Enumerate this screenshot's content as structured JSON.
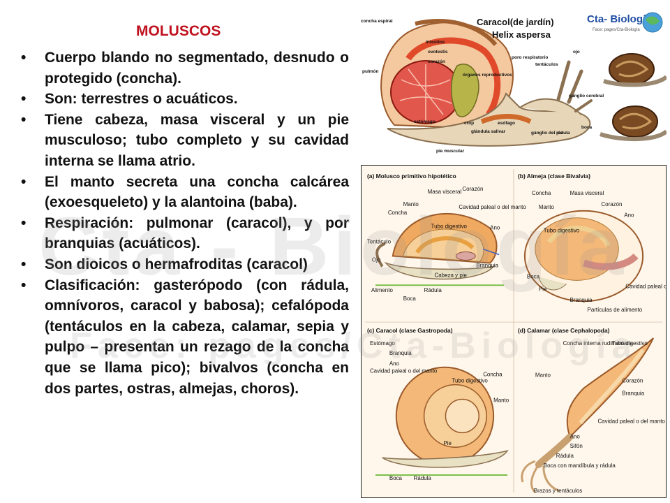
{
  "title": "MOLUSCOS",
  "bullets": [
    "Cuerpo blando no segmentado, desnudo o protegido (concha).",
    "Son: terrestres o acuáticos.",
    "Tiene cabeza, masa visceral y un pie musculoso; tubo completo y su cavidad interna se llama atrio.",
    "El manto secreta una concha calcárea (exoesqueleto) y la alantoina (baba).",
    "Respiración: pulmonar (caracol), y por branquias (acuáticos).",
    "Son dioicos o hermafroditas (caracol)",
    "Clasificación: gasterópodo (con rádula, omnívoros, caracol y babosa); cefalópoda (tentáculos en la cabeza, calamar, sepia y pulpo – presentan un rezago de la concha que se llama pico); bivalvos (concha en dos partes, ostras, almejas, choros)."
  ],
  "bullet_symbol": "•",
  "watermark": {
    "main": "Cta - Biología",
    "sub": "Face: pages/Cta-Biología"
  },
  "snail_figure": {
    "title_line1": "Caracol(de jardín)",
    "title_line2": "Helix aspersa",
    "logo_text": "Cta- Biología",
    "logo_sub": "Face: pages/Cta-Biología",
    "labels": {
      "concha_espiral": "concha espiral",
      "intestino": "intestino",
      "ovotestis": "ovotestis",
      "corazon": "corazón",
      "pulmon": "pulmón",
      "organos": "órganos reproductivos",
      "poro": "poro respiratorio",
      "tentaculos": "tentáculos",
      "ojo": "ojo",
      "ganglio_cerebral": "ganglio cerebral",
      "estomago": "estómago",
      "crop": "crop",
      "esofago": "esófago",
      "glandula": "glándula salivar",
      "ganglio_pie": "gánglio del pie",
      "radula": "rádula",
      "boca": "boca",
      "pie_muscular": "pie muscular"
    }
  },
  "mollusk_figure": {
    "panel_a": {
      "title": "(a) Molusco primitivo hipotético",
      "labels": {
        "masa": "Masa visceral",
        "corazon": "Corazón",
        "manto": "Manto",
        "concha": "Concha",
        "cavidad": "Cavidad paleal o del manto",
        "tubo": "Tubo digestivo",
        "ano": "Ano",
        "tentaculo": "Tentáculo",
        "ojo": "Ojo",
        "branquia": "Branquia",
        "cabeza": "Cabeza y pie",
        "alimento": "Alimento",
        "radula": "Rádula",
        "boca": "Boca"
      }
    },
    "panel_b": {
      "title": "(b) Almeja (clase Bivalvia)",
      "labels": {
        "concha": "Concha",
        "masa": "Masa visceral",
        "manto": "Manto",
        "corazon": "Corazón",
        "ano": "Ano",
        "tubo": "Tubo digestivo",
        "boca": "Boca",
        "pie": "Pie",
        "branquia": "Branquia",
        "cavidad": "Cavidad paleal o del manto",
        "particulas": "Partículas de alimento"
      }
    },
    "panel_c": {
      "title": "(c) Caracol (clase Gastropoda)",
      "labels": {
        "estomago": "Estómago",
        "branquia": "Branquia",
        "ano": "Ano",
        "cavidad": "Cavidad paleal o del manto",
        "tubo": "Tubo digestivo",
        "concha": "Concha",
        "manto": "Manto",
        "pie": "Pie",
        "boca": "Boca",
        "radula": "Rádula"
      }
    },
    "panel_d": {
      "title": "(d) Calamar (clase Cephalopoda)",
      "labels": {
        "concha_interna": "Concha interna rudimentaria",
        "tubo": "Tubo digestivo",
        "manto": "Manto",
        "corazon": "Corazón",
        "branquia": "Branquia",
        "cavidad": "Cavidad paleal o del manto",
        "ano": "Ano",
        "sifon": "Sifón",
        "radula": "Rádula",
        "boca": "Boca con mandíbula y rádula",
        "brazos": "Brazos y tentáculos"
      }
    }
  }
}
